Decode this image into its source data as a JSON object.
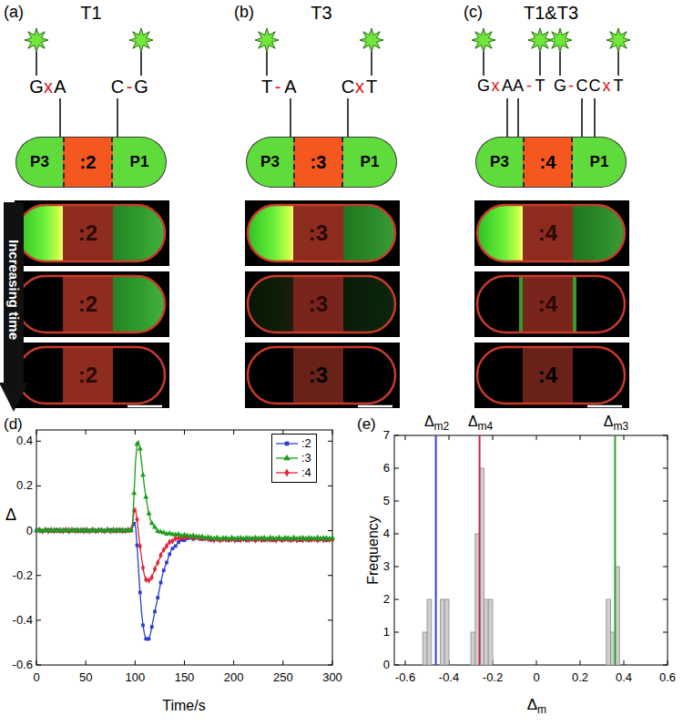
{
  "diagram": {
    "nodes": [
      {
        "text": [
          "P3"
        ]
      },
      {
        "text": [
          ":2"
        ]
      },
      {
        "text": [
          "P1"
        ]
      },
      {
        "text": [
          "P3"
        ]
      },
      {
        "text": [
          ":3"
        ]
      },
      {
        "text": [
          "P1"
        ]
      },
      {
        "text": [
          "P3"
        ]
      },
      {
        "text": [
          ":4"
        ]
      },
      {
        "text": [
          "P1"
        ]
      }
    ],
    "labels": [
      "(a)",
      "T1",
      "G",
      "x",
      "A",
      "C",
      "-",
      "G",
      ":2",
      ":2",
      ":2",
      "(b)",
      "T3",
      "T",
      "-",
      "A",
      "C",
      "x",
      "T",
      ":3",
      ":3",
      ":3",
      "(c)",
      "T1&T3",
      "G",
      "x",
      "A",
      "A",
      "-",
      "T",
      "G",
      "-",
      "C",
      "C",
      "x",
      "T",
      ":4",
      ":4",
      ":4",
      "Increasing time",
      "(d)",
      "0.4",
      "0.2",
      "0",
      "-0.2",
      "-0.4",
      "-0.6",
      "0",
      "50",
      "100",
      "150",
      "200",
      "250",
      "300",
      "Δ",
      "Time/s",
      "(e)",
      "Δ",
      "m2",
      "Δ",
      "m4",
      "Δ",
      "m3",
      "7",
      "6",
      "5",
      "4",
      "3",
      "2",
      "1",
      "0",
      "-0.6",
      "-0.4",
      "-0.2",
      "0",
      "0.2",
      "0.4",
      "0.6",
      "Frequency",
      "Δ",
      "m"
    ],
    "legend": [
      {
        "text": ":2"
      },
      {
        "text": ":3"
      },
      {
        "text": ":4"
      }
    ]
  }
}
